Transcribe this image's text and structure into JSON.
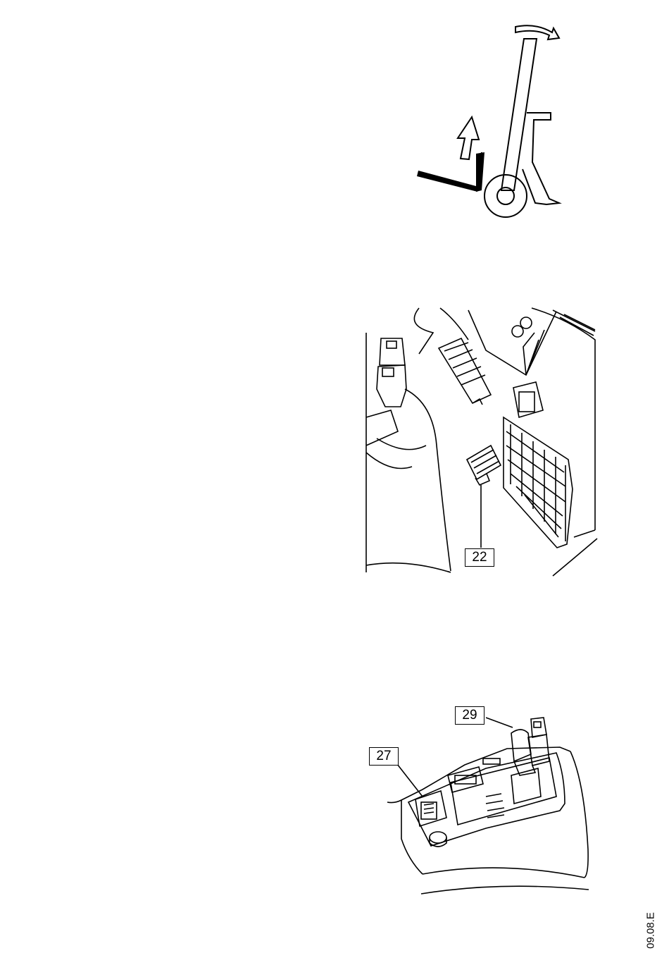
{
  "callouts": {
    "pedal": "22",
    "right_lever": "29",
    "console_switch": "27"
  },
  "document_code": "09.08.E",
  "icons": {
    "figure_1": "mast-tilt-diagram-icon",
    "figure_2": "cab-floor-pedals-icon",
    "figure_3": "control-console-icon"
  }
}
